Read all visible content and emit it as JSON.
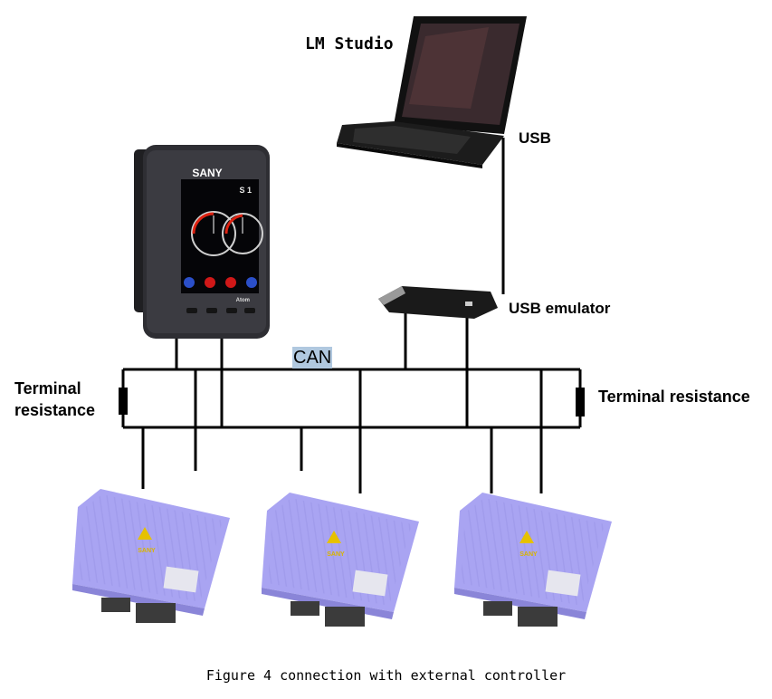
{
  "labels": {
    "lm_studio": "LM Studio",
    "usb": "USB",
    "usb_emulator": "USB emulator",
    "can": "CAN",
    "terminal_left": "Terminal resistance",
    "terminal_right": "Terminal resistance"
  },
  "display_brand": "SANY",
  "display_model": "Atom",
  "display_gear": "S 1",
  "controller_brand": "SANY",
  "caption": "Figure 4 connection with external controller",
  "colors": {
    "controller_body": "#a9a4f2",
    "display_body": "#2e2e33",
    "can_highlight": "#b0c8df",
    "wire": "#000000"
  }
}
